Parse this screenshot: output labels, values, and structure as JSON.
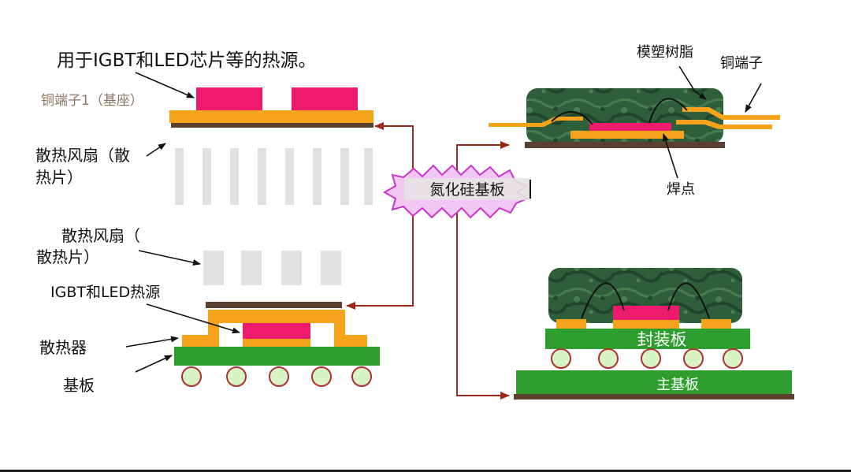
{
  "labels": {
    "heat_source_title": "用于IGBT和LED芯片等的热源。",
    "copper_terminal_base": "铜端子1（基座）",
    "fan_top_line1": "散热风扇（散",
    "fan_top_line2": "热片）",
    "fan_bottom_line1": "散热风扇（",
    "fan_bottom_line2": "散热片）",
    "igbt_led_heat_source": "IGBT和LED热源",
    "heat_sink": "散热器",
    "substrate": "基板",
    "center_badge": "氮化硅基板",
    "mold_resin": "模塑树脂",
    "copper_terminal": "铜端子",
    "solder_joint": "焊点",
    "package_board": "封装板",
    "main_board": "主基板"
  },
  "colors": {
    "chip": "#ee1a6e",
    "copper": "#f5a31a",
    "board_green": "#2e9e2e",
    "dark_base": "#5b4030",
    "mold": "#2f5e3a",
    "arrow_red": "#9c2a1a",
    "badge_purple": "#cc33cc",
    "ball": "#d8f5c8",
    "ball_edge": "#b03030"
  }
}
